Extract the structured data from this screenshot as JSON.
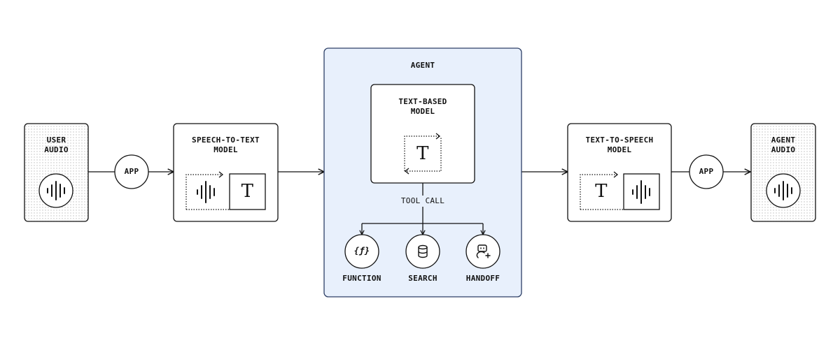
{
  "diagram": {
    "user_audio": "USER\nAUDIO",
    "app_left": "APP",
    "stt": "SPEECH-TO-TEXT\nMODEL",
    "agent": "AGENT",
    "text_model": "TEXT-BASED\nMODEL",
    "tool_call": "TOOL CALL",
    "function": "FUNCTION",
    "search": "SEARCH",
    "handoff": "HANDOFF",
    "tts": "TEXT-TO-SPEECH\nMODEL",
    "app_right": "APP",
    "agent_audio": "AGENT\nAUDIO",
    "glyph_text": "T",
    "glyph_function": "{ƒ}"
  },
  "colors": {
    "stroke": "#111111",
    "agent_fill": "#e8f0fc",
    "agent_border": "#2d3f66",
    "dots": "#bdbdbd"
  },
  "icons": [
    "waveform-icon",
    "text-t-icon",
    "function-icon",
    "database-icon",
    "bot-add-icon",
    "dotted-arrow-right-icon",
    "dotted-arrow-left-icon"
  ]
}
